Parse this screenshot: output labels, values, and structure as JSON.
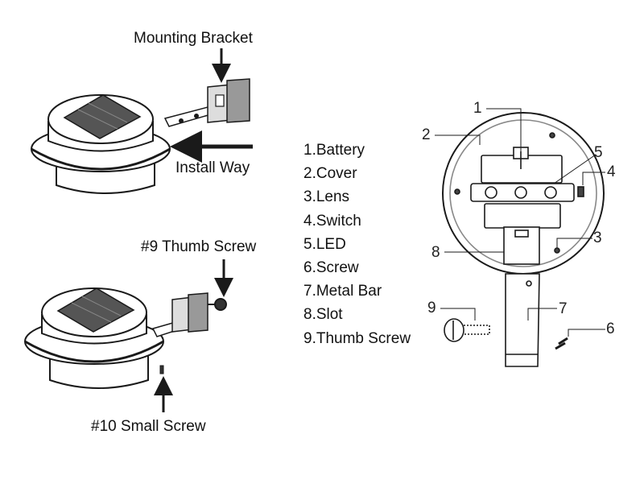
{
  "callouts": {
    "mounting_bracket": "Mounting Bracket",
    "install_way": "Install Way",
    "thumb_screw": "#9 Thumb Screw",
    "small_screw": "#10 Small Screw"
  },
  "legend": [
    "1.Battery",
    "2.Cover",
    "3.Lens",
    "4.Switch",
    "5.LED",
    "6.Screw",
    "7.Metal Bar",
    "8.Slot",
    "9.Thumb Screw"
  ],
  "part_numbers": [
    "1",
    "2",
    "3",
    "4",
    "5",
    "6",
    "7",
    "8",
    "9"
  ],
  "colors": {
    "line": "#1a1a1a",
    "background": "#ffffff"
  }
}
